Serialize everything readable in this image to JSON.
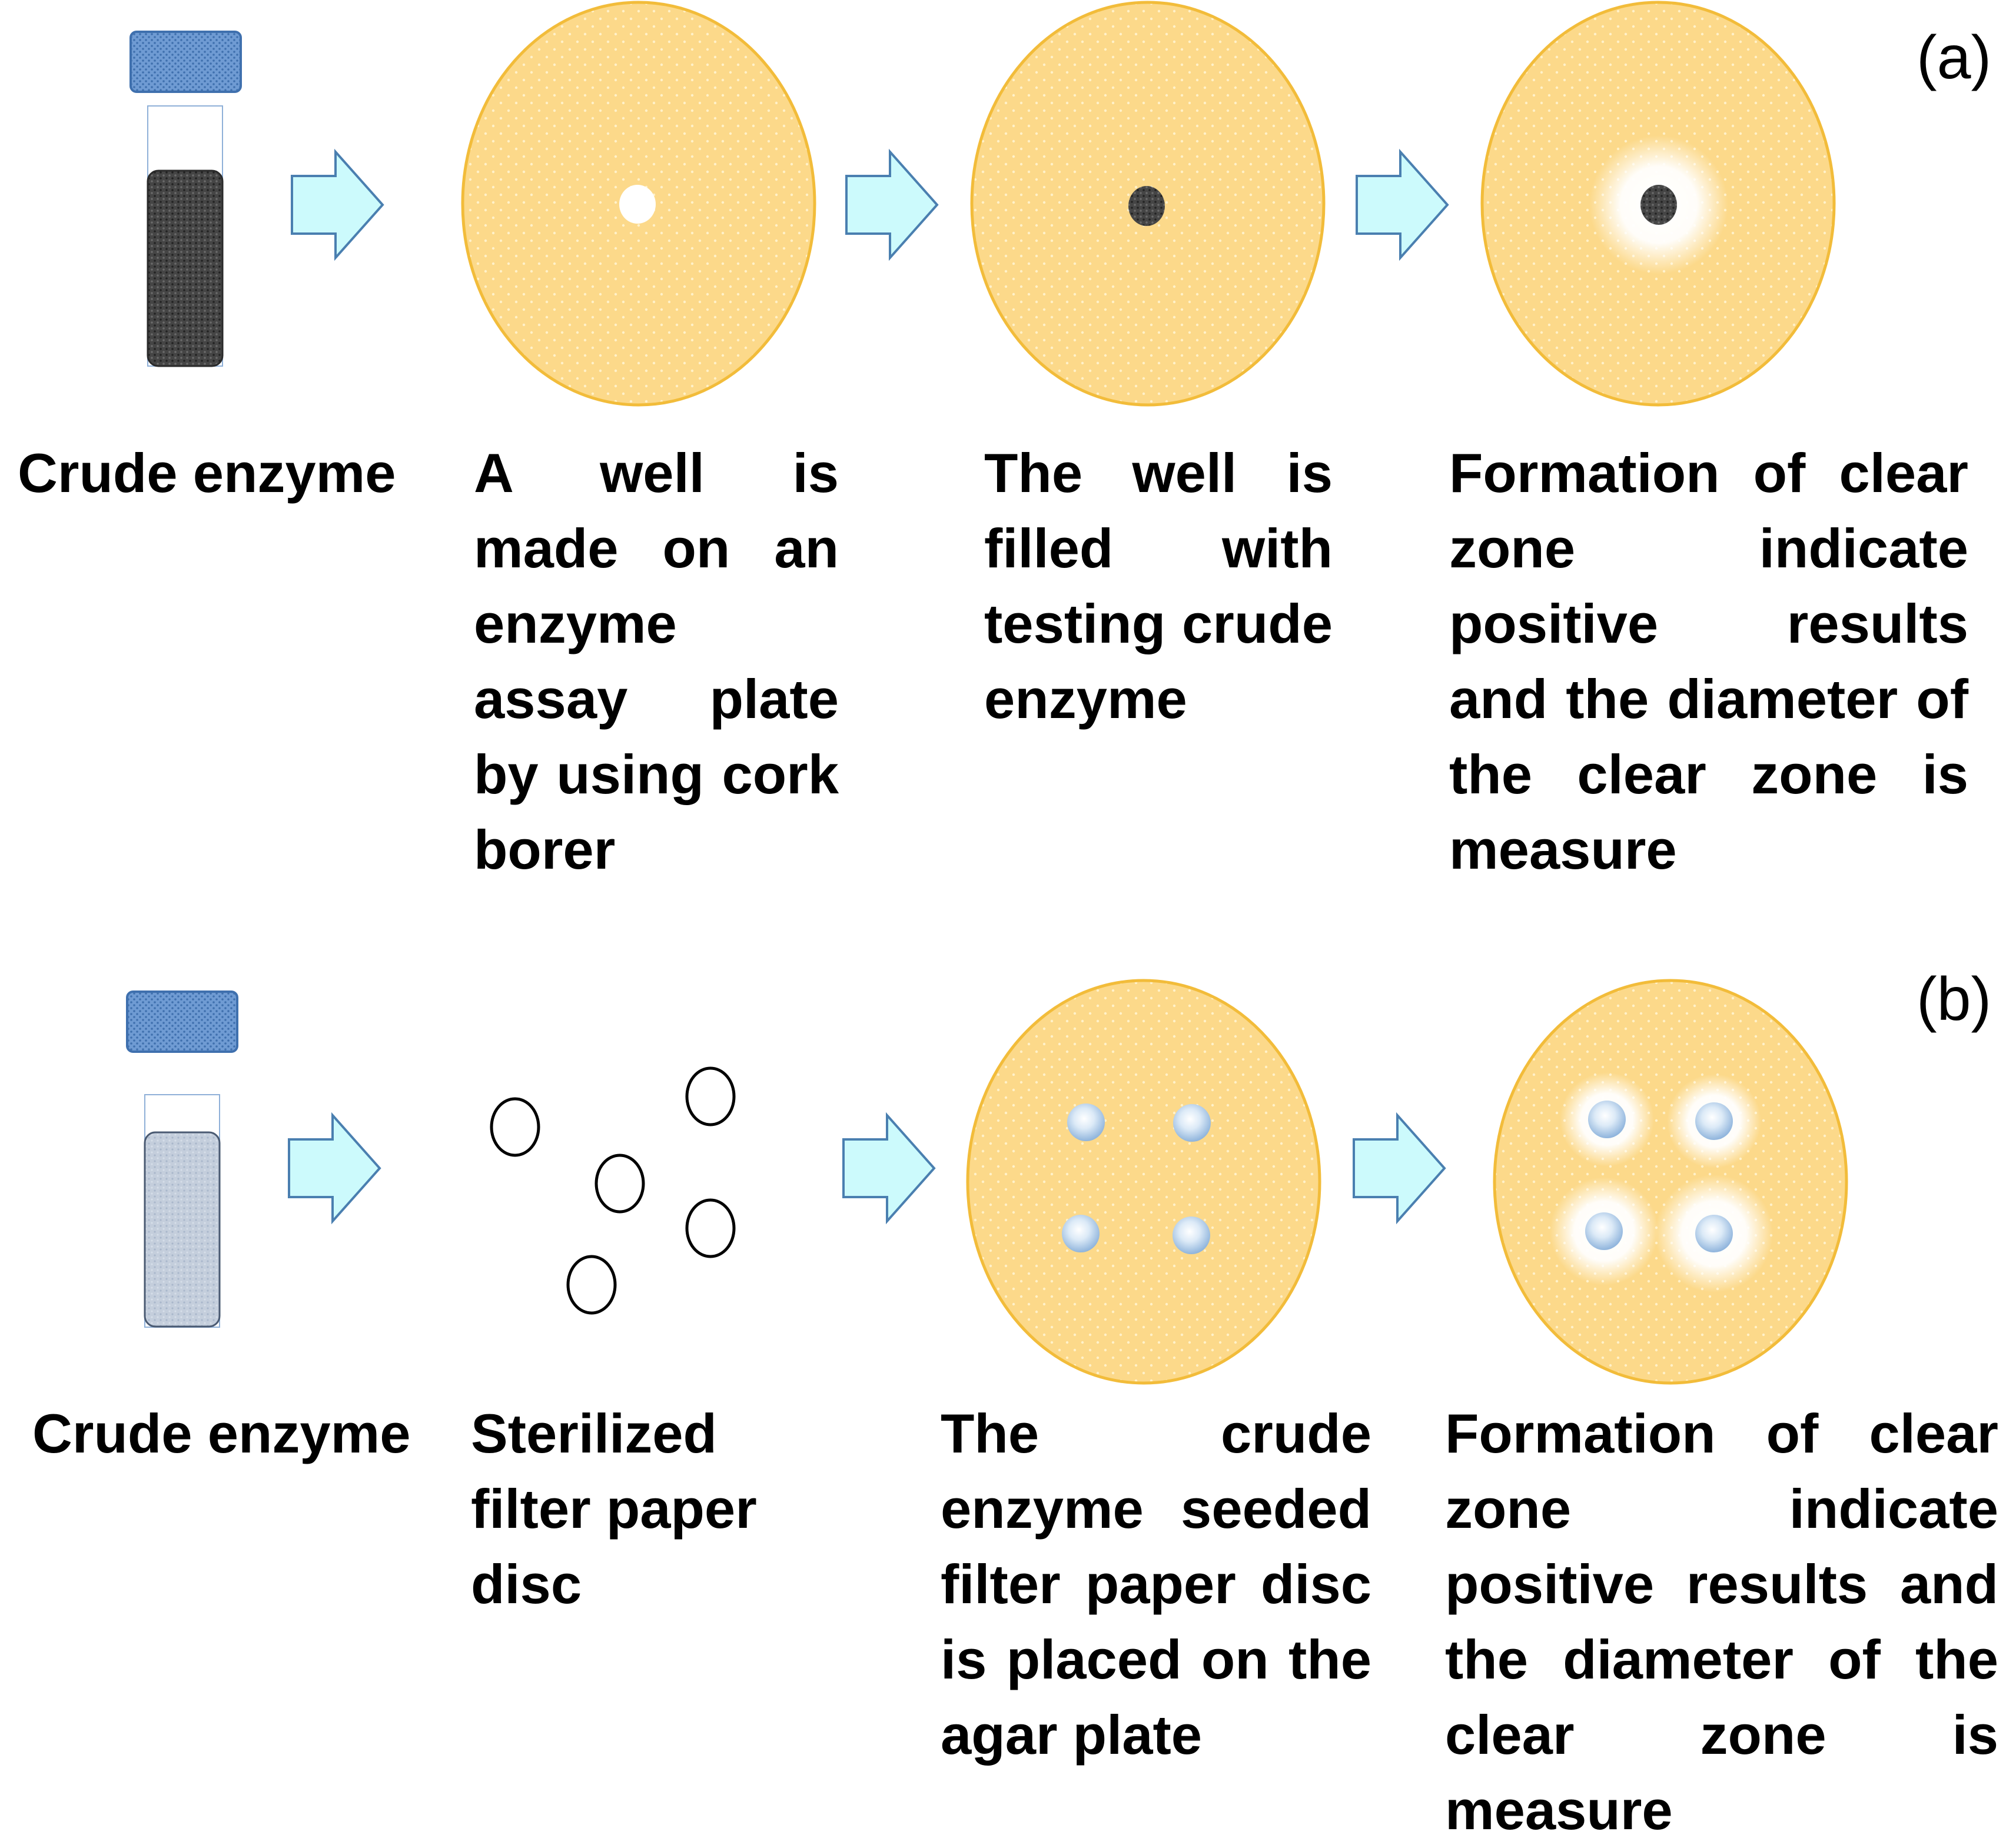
{
  "panels": [
    {
      "id": "a",
      "label": "(a)",
      "steps": [
        "Crude enzyme",
        "A well is made on an enzyme assay plate by using cork borer",
        "The well is filled with testing crude enzyme",
        "Formation of clear zone indicate positive results and the diameter of the clear zone is measure"
      ]
    },
    {
      "id": "b",
      "label": "(b)",
      "steps": [
        "Crude enzyme",
        "Sterilized filter paper disc",
        "The crude enzyme seeded filter paper disc is placed on the agar plate",
        "Formation of clear zone indicate positive results and the diameter of the clear zone is measure"
      ]
    }
  ],
  "colors": {
    "plate_fill": "#FCD98A",
    "plate_stroke": "#F2BC3A",
    "arrow_fill": "#CCFAFC",
    "arrow_stroke": "#4A7FB0",
    "cap_fill": "#5B8DCA",
    "enzyme_dark": "#3A3A3A",
    "enzyme_light": "#BFCBDC",
    "disc_fill": "#BDD7EE",
    "clear_zone": "#FFFFFF"
  }
}
